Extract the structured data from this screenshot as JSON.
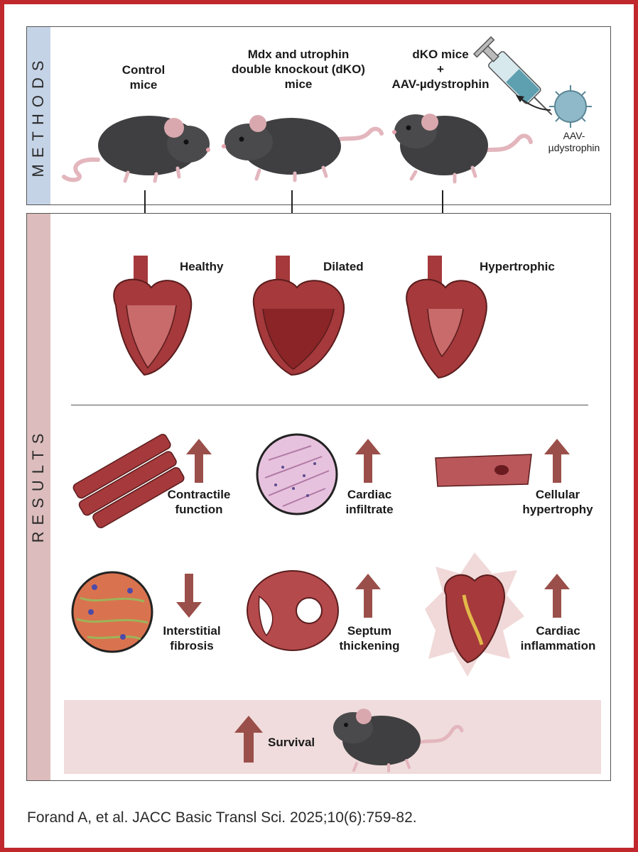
{
  "methods": {
    "section_label": "METHODS",
    "groups": [
      {
        "label": "Control\nmice"
      },
      {
        "label": "Mdx and utrophin\ndouble knockout (dKO)\nmice"
      },
      {
        "label": "dKO mice\n+\nAAV-µdystrophin"
      }
    ],
    "virus_label": "AAV-\nµdystrophin"
  },
  "results": {
    "section_label": "RESULTS",
    "hearts": [
      {
        "label": "Healthy"
      },
      {
        "label": "Dilated"
      },
      {
        "label": "Hypertrophic"
      }
    ],
    "outcomes": [
      {
        "label": "Contractile\nfunction",
        "direction": "up"
      },
      {
        "label": "Cardiac\ninfiltrate",
        "direction": "up"
      },
      {
        "label": "Cellular\nhypertrophy",
        "direction": "up"
      },
      {
        "label": "Interstitial\nfibrosis",
        "direction": "down"
      },
      {
        "label": "Septum\nthickening",
        "direction": "up"
      },
      {
        "label": "Cardiac\ninflammation",
        "direction": "up"
      }
    ],
    "survival": {
      "label": "Survival",
      "direction": "up"
    }
  },
  "citation": "Forand A, et al. JACC Basic Transl Sci. 2025;10(6):759-82.",
  "colors": {
    "frame": "#c0282d",
    "methods_bar": "#c5d3e6",
    "results_bar": "#dcbcbc",
    "survival_band": "#f0dcdc",
    "arrow_up": "#9a4f4a",
    "mouse": "#3f3f41",
    "heart": "#a5393b"
  }
}
